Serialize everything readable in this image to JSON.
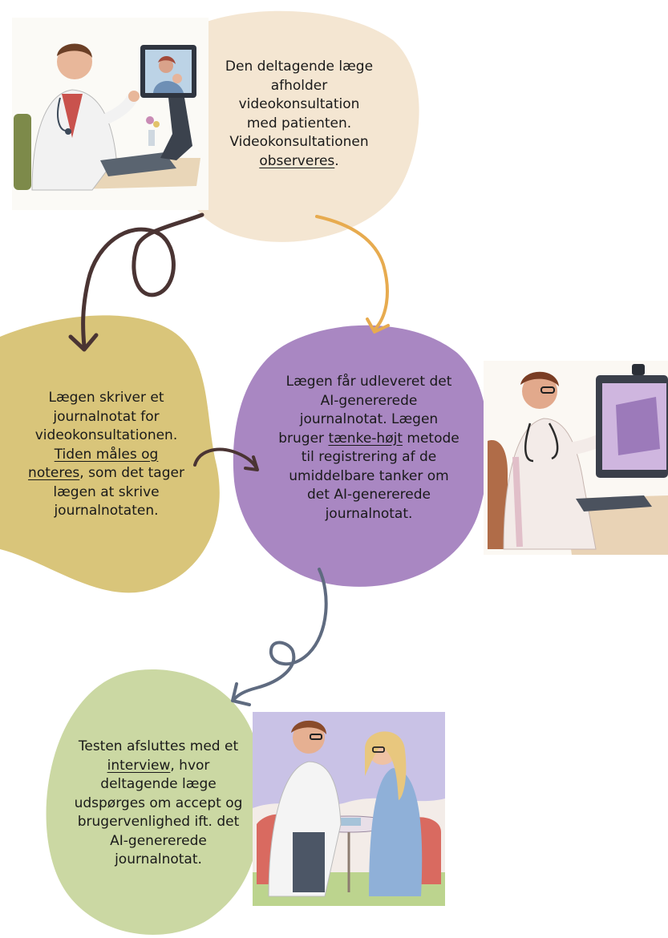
{
  "steps": [
    {
      "id": "step1",
      "lines": [
        "Den deltagende læge",
        "afholder",
        "videokonsultation",
        "med patienten.",
        "Videokonsultationen"
      ],
      "last_line": {
        "underlined": "observeres",
        "after": "."
      },
      "color": "#f4e6d2"
    },
    {
      "id": "step2",
      "lines": [
        "Lægen skriver et",
        "journalnotat for",
        "videokonsultationen."
      ],
      "underlined_line": "Tiden måles og",
      "mixed_line": {
        "underlined": "noteres",
        "after": ", som det tager"
      },
      "tail_lines": [
        "lægen at skrive",
        "journalnotaten."
      ],
      "color": "#d9c57a"
    },
    {
      "id": "step3",
      "lines": [
        "Lægen får udleveret det",
        "AI-genererede",
        "journalnotat. Lægen"
      ],
      "mixed_line": {
        "before": "bruger ",
        "underlined": "tænke-højt",
        "after": " metode"
      },
      "tail_lines": [
        "til registrering af de",
        "umiddelbare tanker om",
        "det AI-genererede",
        "journalnotat."
      ],
      "color": "#a987c2"
    },
    {
      "id": "step4",
      "first_line": "Testen afsluttes med et",
      "mixed_line": {
        "underlined": "interview",
        "after": ", hvor"
      },
      "tail_lines": [
        "deltagende læge",
        "udspørges om accept og",
        "brugervenlighed ift. det",
        "AI-genererede",
        "journalnotat."
      ],
      "color": "#cbd8a3"
    }
  ],
  "arrows": {
    "dark_brown": "#4a3433",
    "orange": "#e7ab4f",
    "slate": "#5f6b80"
  },
  "icons": [
    "doctor-video-call-illustration",
    "doctor-computer-illustration",
    "doctor-patient-interview-illustration"
  ]
}
